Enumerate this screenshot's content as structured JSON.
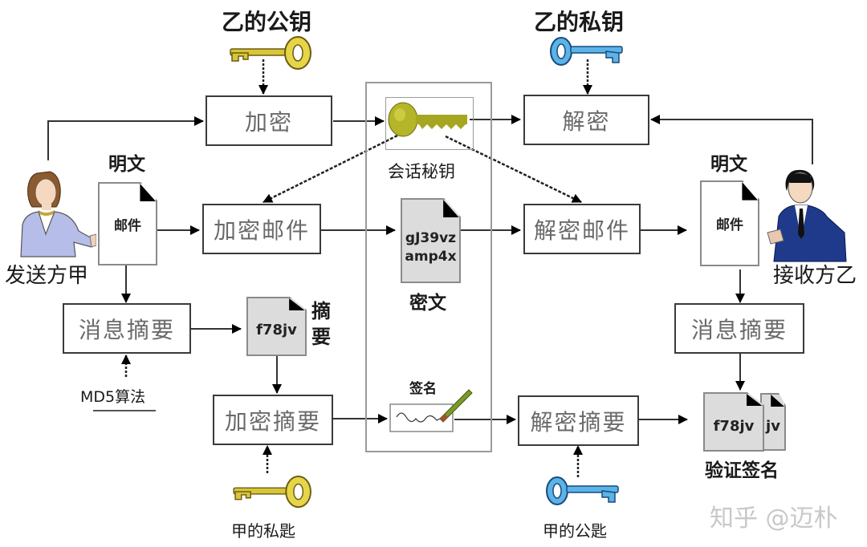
{
  "title_keys": {
    "b_public_key": "乙的公钥",
    "b_private_key": "乙的私钥",
    "a_private_key": "甲的私匙",
    "a_public_key": "甲的公匙"
  },
  "actors": {
    "sender": "发送方甲",
    "receiver": "接收方乙"
  },
  "plaintext_label": "明文",
  "mail_doc_text": "邮件",
  "boxes": {
    "encrypt": "加密",
    "decrypt": "解密",
    "encrypt_mail": "加密邮件",
    "decrypt_mail": "解密邮件",
    "digest_left": "消息摘要",
    "digest_right": "消息摘要",
    "encrypt_digest": "加密摘要",
    "decrypt_digest": "解密摘要"
  },
  "center": {
    "session_key": "会话秘钥",
    "ciphertext_line1": "gJ39vz",
    "ciphertext_line2": "amp4x",
    "ciphertext_label": "密文",
    "signature_label": "签名"
  },
  "digest": {
    "doc_text": "f78jv",
    "label_line1": "摘",
    "label_line2": "要",
    "algorithm": "MD5算法"
  },
  "verify": {
    "doc_text": "f78jv",
    "doc_text_small": "jv",
    "label": "验证签名"
  },
  "watermark": "知乎 @迈朴",
  "colors": {
    "gold_key": "#d8c53a",
    "blue_key": "#4a9fd8",
    "session_key": "#a8a82a",
    "sender_shirt": "#b6bde8",
    "receiver_suit": "#1f3a8a"
  }
}
